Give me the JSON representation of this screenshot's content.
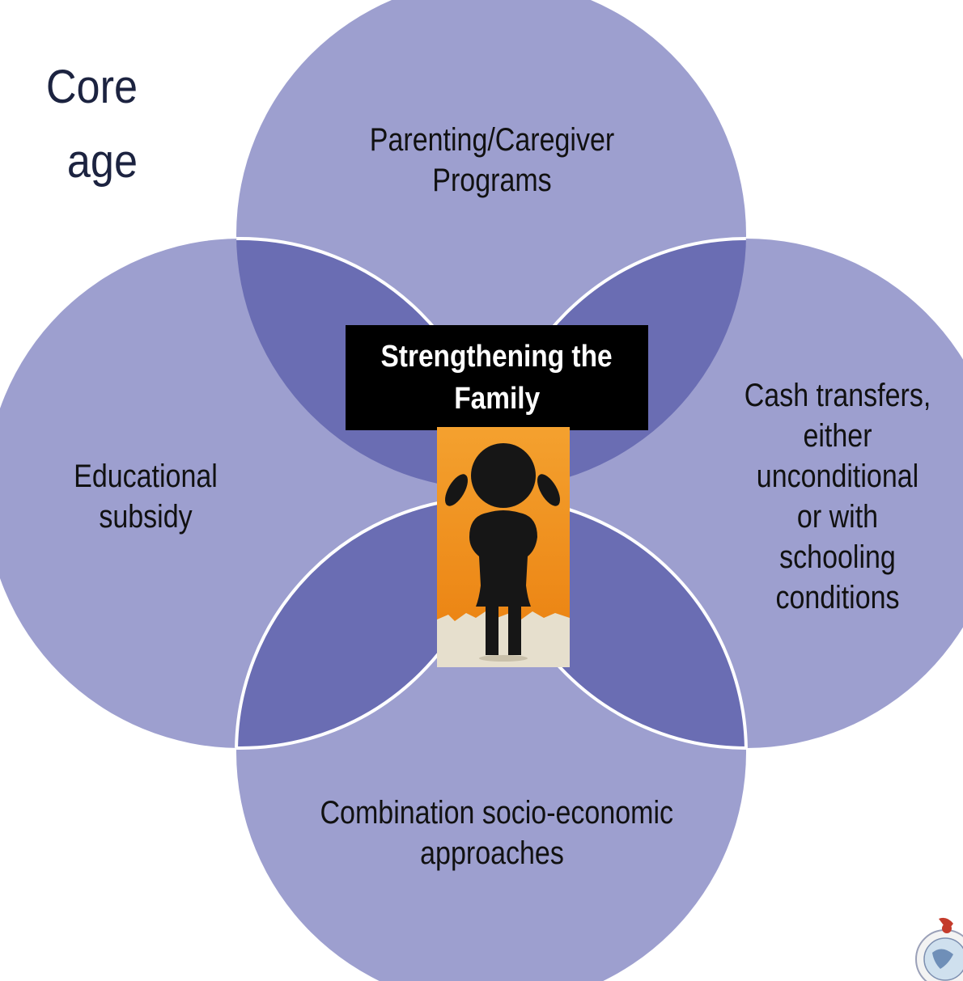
{
  "title": {
    "line1": "Core",
    "line2": "age"
  },
  "colors": {
    "circle_fill": "#9d9fcf",
    "overlap_fill": "#6a6db3",
    "circle_stroke": "#ffffff",
    "center_box": "#000000",
    "image_orange": "#f08a16"
  },
  "venn": {
    "top": {
      "line1": "Parenting/Caregiver",
      "line2": "Programs"
    },
    "left": {
      "line1": "Educational",
      "line2": "subsidy"
    },
    "right": {
      "line1": "Cash transfers,",
      "line2": "either",
      "line3": "unconditional",
      "line4": "or with",
      "line5": "schooling",
      "line6": "conditions"
    },
    "bottom": {
      "line1": "Combination socio-economic",
      "line2": "approaches"
    },
    "center": {
      "line1": "Strengthening the",
      "line2": "Family"
    }
  },
  "icons": {
    "center_image": "girl-silhouette-icon",
    "logo": "globe-seal-icon"
  }
}
